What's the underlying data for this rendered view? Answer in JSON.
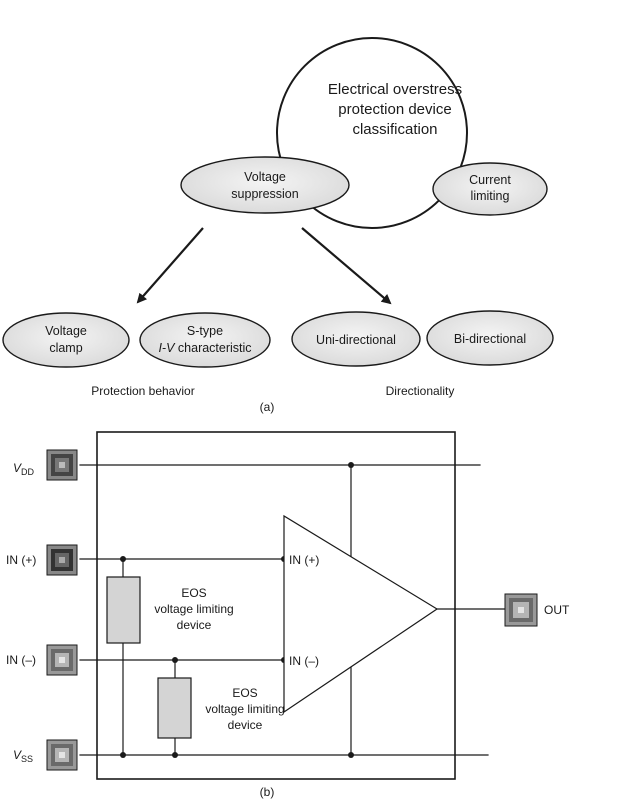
{
  "part_a": {
    "main_circle": {
      "lines": [
        "Electrical overstress",
        "protection device",
        "classification"
      ]
    },
    "voltage_suppression": {
      "lines": [
        "Voltage",
        "suppression"
      ]
    },
    "current_limiting": {
      "lines": [
        "Current",
        "limiting"
      ]
    },
    "voltage_clamp": {
      "lines": [
        "Voltage",
        "clamp"
      ]
    },
    "s_type": {
      "line1": "S-type",
      "line2_italic": "I-V",
      "line2_rest": " characteristic"
    },
    "uni_directional": {
      "label": "Uni-directional"
    },
    "bi_directional": {
      "label": "Bi-directional"
    },
    "group_protection": "Protection behavior",
    "group_directionality": "Directionality",
    "caption": "(a)"
  },
  "part_b": {
    "pins": {
      "vdd": {
        "main": "V",
        "sub": "DD"
      },
      "in_plus": "IN (+)",
      "in_minus": "IN (–)",
      "vss": {
        "main": "V",
        "sub": "SS"
      },
      "out": "OUT"
    },
    "opamp": {
      "in_plus": "IN (+)",
      "in_minus": "IN (–)"
    },
    "eos_device_1": {
      "lines": [
        "EOS",
        "voltage limiting",
        "device"
      ]
    },
    "eos_device_2": {
      "lines": [
        "EOS",
        "voltage limiting",
        "device"
      ]
    },
    "caption": "(b)"
  },
  "colors": {
    "ellipse_fill": "#e6e6e6",
    "resistor_fill": "#d4d4d4",
    "line": "#1a1a1a"
  }
}
